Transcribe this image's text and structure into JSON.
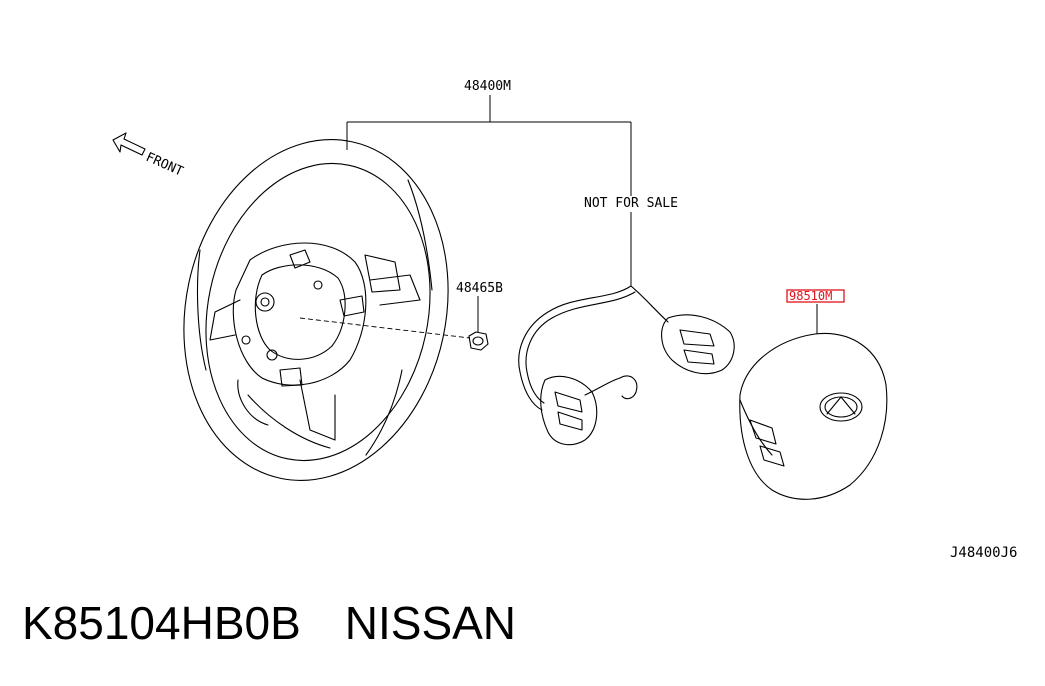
{
  "diagram": {
    "labels": {
      "steering_wheel": "48400M",
      "not_for_sale": "NOT FOR SALE",
      "nut": "48465B",
      "airbag": "98510M",
      "front": "FRONT",
      "drawing_code": "J48400J6"
    },
    "highlight_color": "#e0121b"
  },
  "footer": {
    "part_number": "K85104HB0B",
    "brand": "NISSAN"
  }
}
